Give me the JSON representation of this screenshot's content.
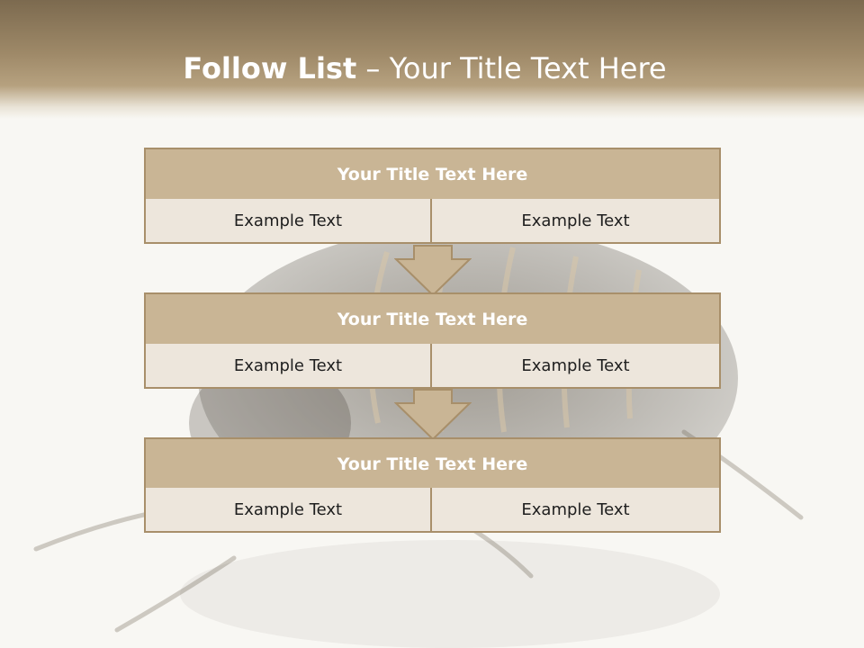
{
  "slide": {
    "title_bold": "Follow List",
    "title_rest": " – Your Title Text Here"
  },
  "steps": [
    {
      "title": "Your Title Text Here",
      "left": "Example Text",
      "right": "Example Text"
    },
    {
      "title": "Your Title Text Here",
      "left": "Example Text",
      "right": "Example Text"
    },
    {
      "title": "Your Title Text Here",
      "left": "Example Text",
      "right": "Example Text"
    }
  ],
  "colors": {
    "header_top": "#7c6a4f",
    "box_title_fill": "#c9b595",
    "box_cell_fill": "#ede6dc",
    "border": "#a88f6a"
  },
  "icons": {
    "background": "pill-bug-photo",
    "connector": "down-arrow-icon"
  }
}
